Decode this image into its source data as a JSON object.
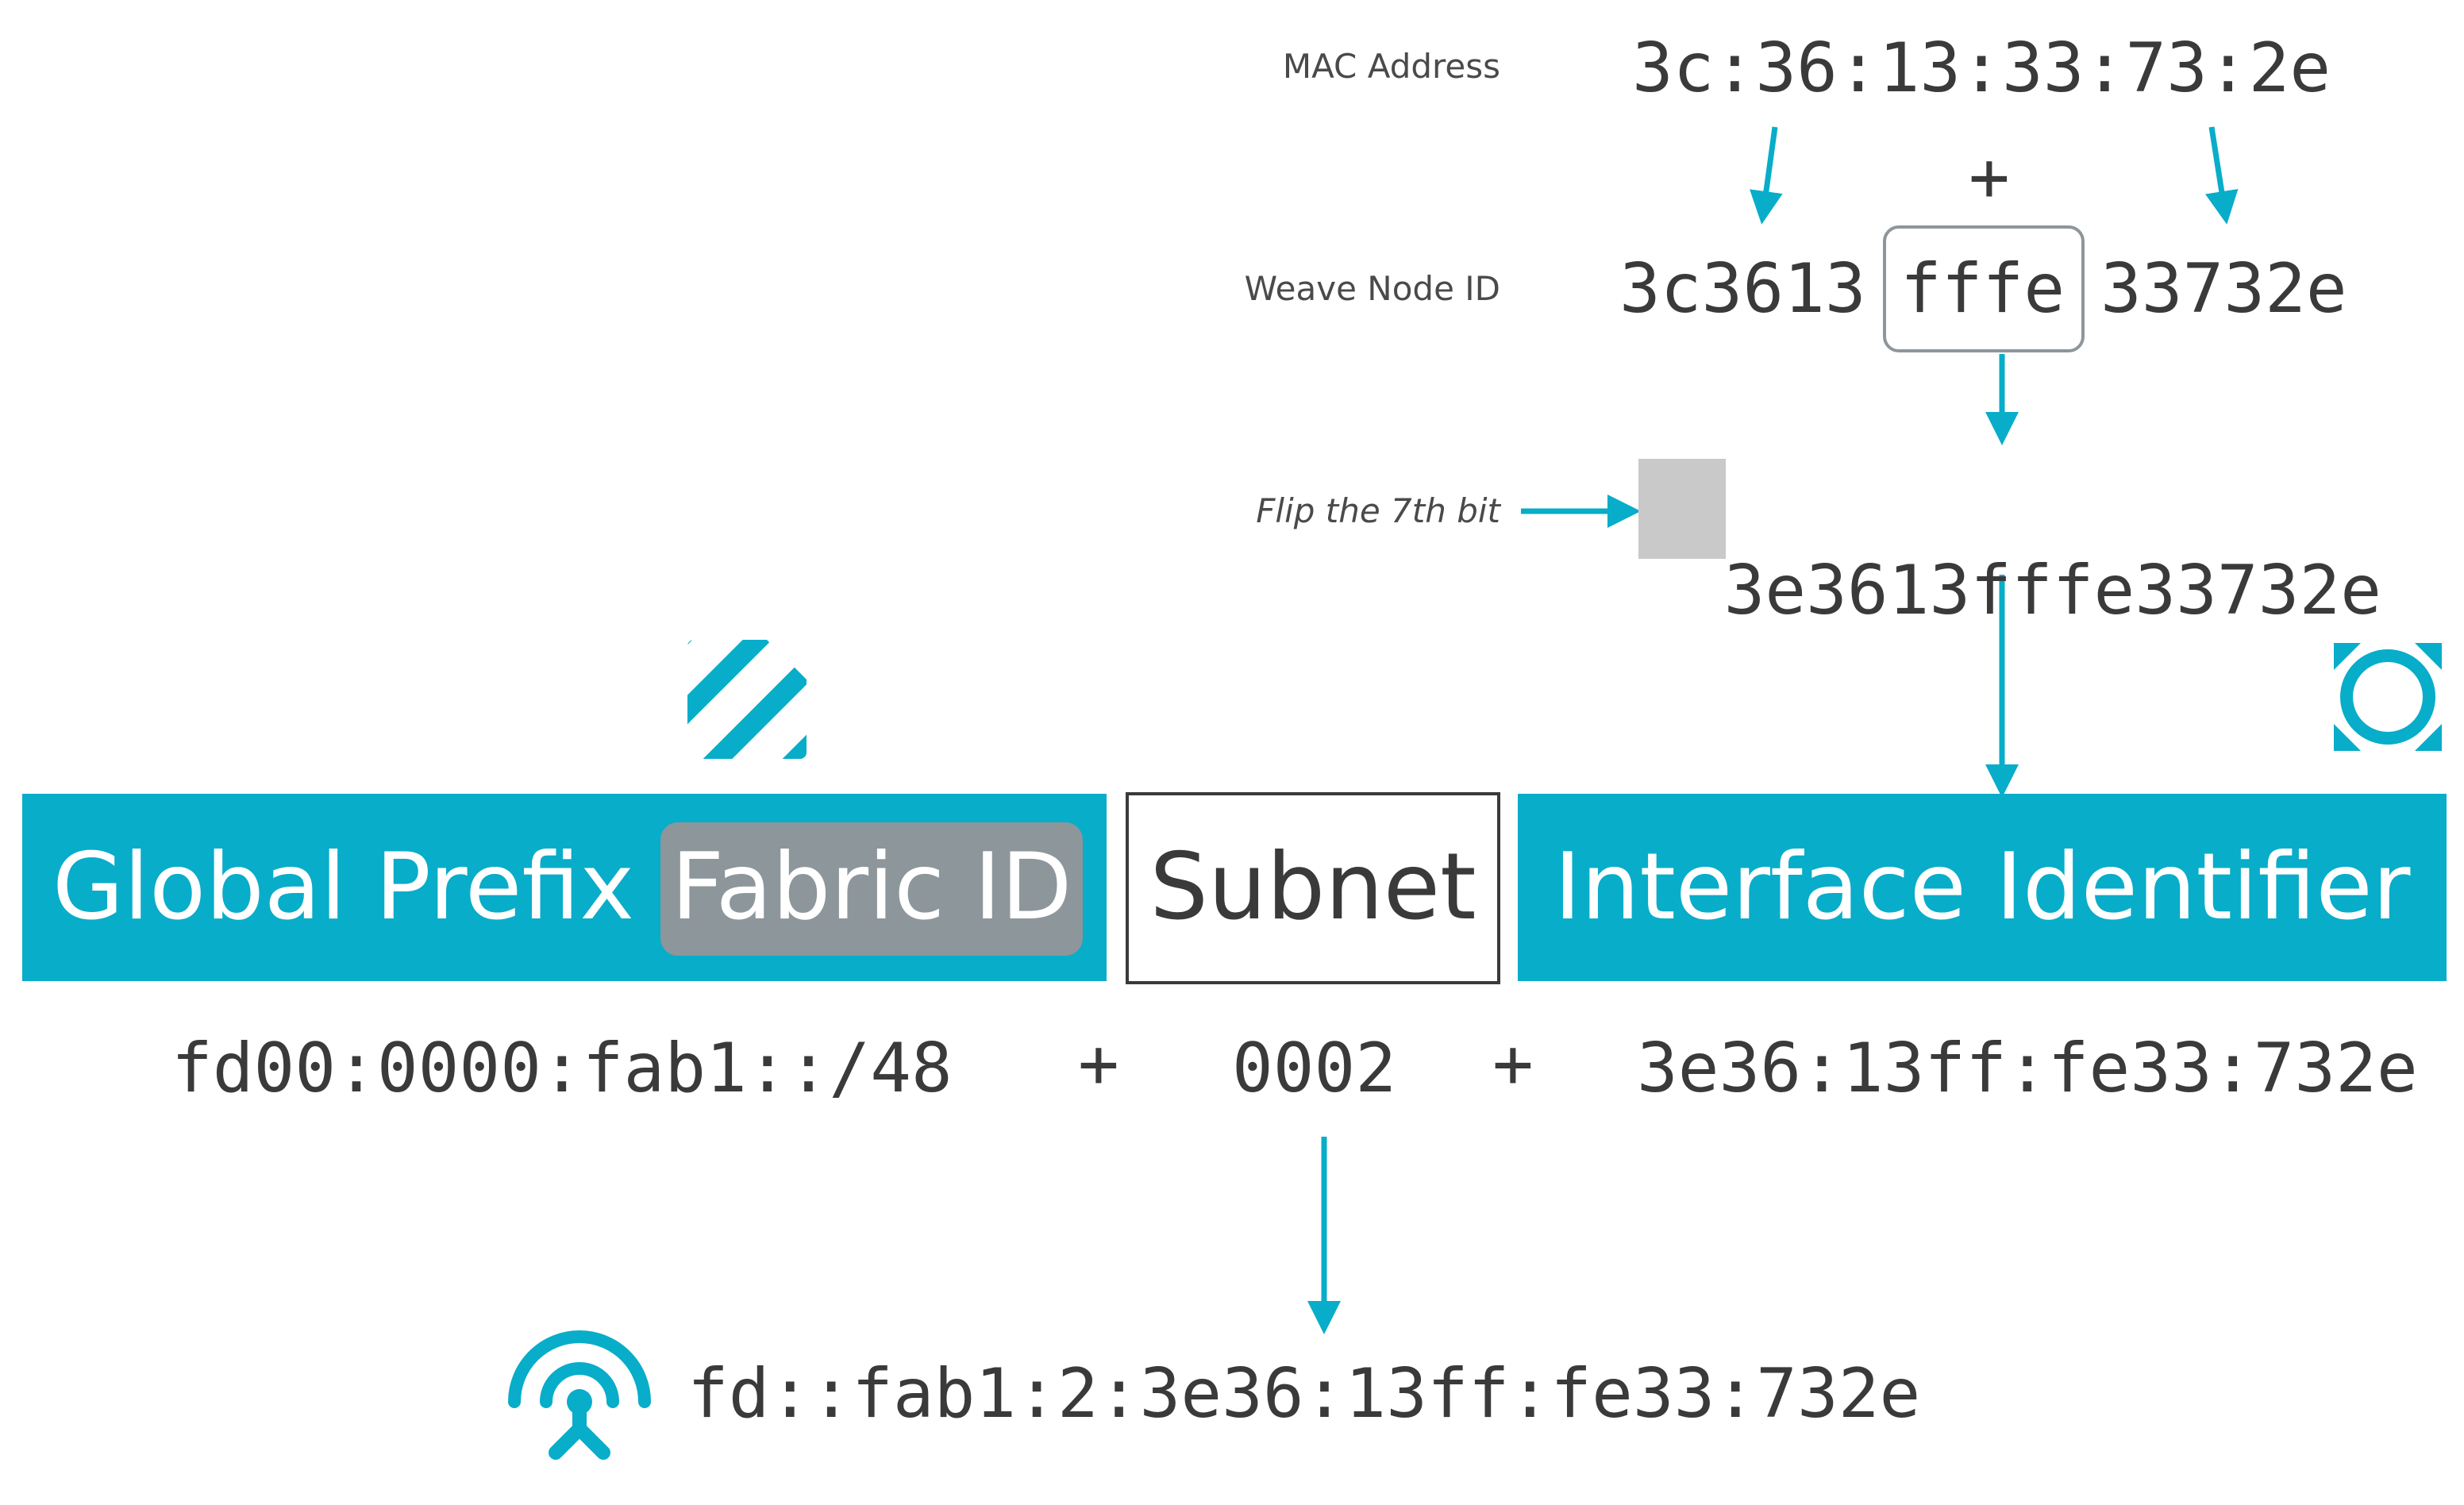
{
  "mac": {
    "label": "MAC Address",
    "value": "3c:36:13:33:73:2e"
  },
  "plus_symbol": "+",
  "node_id": {
    "label": "Weave Node ID",
    "left": "3c3613",
    "middle": "fffe",
    "right": "33732e"
  },
  "flip": {
    "label": "Flip the 7th bit",
    "highlight": "3e",
    "rest": "3613fffe33732e"
  },
  "bar": {
    "global_prefix": "Global Prefix",
    "fabric_id": "Fabric ID",
    "subnet": "Subnet",
    "interface_identifier": "Interface Identifier"
  },
  "values": {
    "prefix": "fd00:0000:fab1::/48",
    "subnet": "0002",
    "interface": "3e36:13ff:fe33:732e"
  },
  "result": {
    "address": "fd::fab1:2:3e36:13ff:fe33:732e"
  },
  "icons": [
    "stripes-icon",
    "ring-target-icon",
    "antenna-icon"
  ],
  "colors": {
    "accent": "#08adc9",
    "fabric_gray": "#8d969b",
    "text": "#3a3a3a",
    "highlight": "#c9c9c9"
  }
}
